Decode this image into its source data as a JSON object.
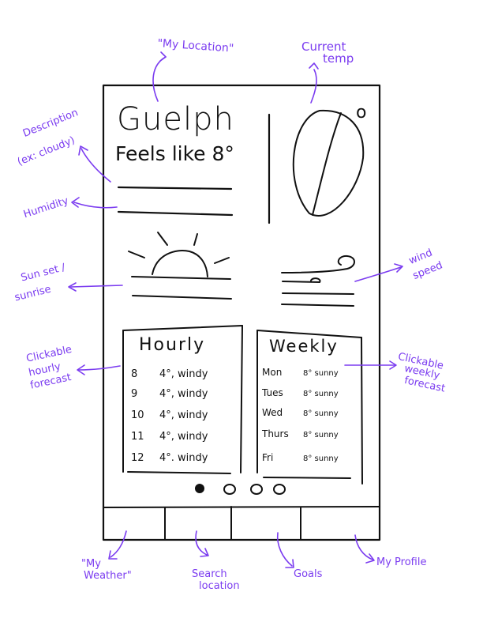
{
  "location": {
    "city": "Guelph",
    "feels_like": "Feels like 8°"
  },
  "current_temp": {
    "unit_symbol": "o"
  },
  "hourly": {
    "title": "Hourly",
    "rows": [
      {
        "time": "8",
        "forecast": "4°, windy"
      },
      {
        "time": "9",
        "forecast": "4°, windy"
      },
      {
        "time": "10",
        "forecast": "4°, windy"
      },
      {
        "time": "11",
        "forecast": "4°, windy"
      },
      {
        "time": "12",
        "forecast": "4°. windy"
      }
    ]
  },
  "weekly": {
    "title": "Weekly",
    "rows": [
      {
        "day": "Mon",
        "forecast": "8° sunny"
      },
      {
        "day": "Tues",
        "forecast": "8° sunny"
      },
      {
        "day": "Wed",
        "forecast": "8° sunny"
      },
      {
        "day": "Thurs",
        "forecast": "8° sunny"
      },
      {
        "day": "Fri",
        "forecast": "8° sunny"
      }
    ]
  },
  "pagination": {
    "count": 4,
    "active_index": 0
  },
  "annotations": {
    "my_location": "\"My Location\"",
    "current_temp_line1": "Current",
    "current_temp_line2": "temp",
    "description_line1": "Description",
    "description_line2": "(ex: cloudy)",
    "humidity": "Humidity",
    "sunset_line1": "Sun set /",
    "sunset_line2": "sunrise",
    "wind_line1": "wind",
    "wind_line2": "speed",
    "hourly_line1": "Clickable",
    "hourly_line2": "hourly",
    "hourly_line3": "forecast",
    "weekly_line1": "Clickable",
    "weekly_line2": "weekly",
    "weekly_line3": "forecast",
    "my_weather_line1": "\"My",
    "my_weather_line2": "Weather\"",
    "search_line1": "Search",
    "search_line2": "location",
    "goals": "Goals",
    "my_profile": "My Profile"
  },
  "colors": {
    "annotation": "#7b3cf0",
    "ink": "#111111"
  },
  "icons": [
    "sun-icon",
    "wind-icon",
    "temperature-gauge-icon",
    "arrow-icon"
  ]
}
